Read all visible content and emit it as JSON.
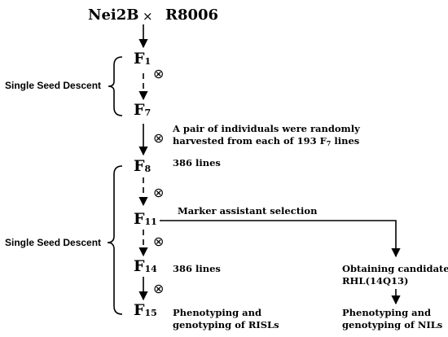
{
  "parents": {
    "female": "Nei2B",
    "cross_symbol": "×",
    "male": "R8006"
  },
  "selfing_symbol": "⊗",
  "generations": {
    "f1": {
      "base": "F",
      "sub": "1"
    },
    "f7": {
      "base": "F",
      "sub": "7"
    },
    "f8": {
      "base": "F",
      "sub": "8"
    },
    "f11": {
      "base": "F",
      "sub": "11"
    },
    "f14": {
      "base": "F",
      "sub": "14"
    },
    "f15": {
      "base": "F",
      "sub": "15"
    }
  },
  "braces": {
    "top_label": "Single Seed Descent",
    "bottom_label": "Single Seed Descent"
  },
  "harvest_note": {
    "line1": "A pair of individuals were randomly",
    "line2_prefix": "harvested from each of 193 F",
    "line2_sub": "7",
    "line2_suffix": " lines"
  },
  "counts": {
    "f8_lines": "386 lines",
    "f14_lines": "386 lines"
  },
  "mas_label": "Marker assistant selection",
  "rhl": {
    "line1": "Obtaining candidate",
    "line2": "RHL(14Q13)"
  },
  "outcomes": {
    "risl_line1": "Phenotyping and",
    "risl_line2": "genotyping of RISLs",
    "nil_line1": "Phenotyping and",
    "nil_line2": "genotyping of NILs"
  }
}
